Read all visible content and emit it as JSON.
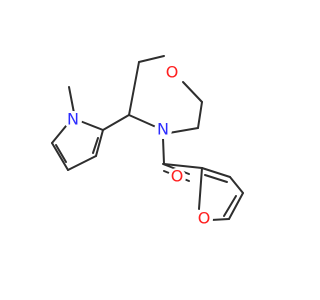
{
  "molecule": {
    "bond_color": "#2e2e2e",
    "atoms": [
      {
        "id": "n-pyrrole",
        "label": "N",
        "color": "#2d2dff"
      },
      {
        "id": "o-morpholine",
        "label": "O",
        "color": "#ff2020"
      },
      {
        "id": "n-morpholine",
        "label": "N",
        "color": "#2d2dff"
      },
      {
        "id": "o-carbonyl",
        "label": "O",
        "color": "#ff2020"
      },
      {
        "id": "o-furan",
        "label": "O",
        "color": "#ff2020"
      }
    ]
  }
}
